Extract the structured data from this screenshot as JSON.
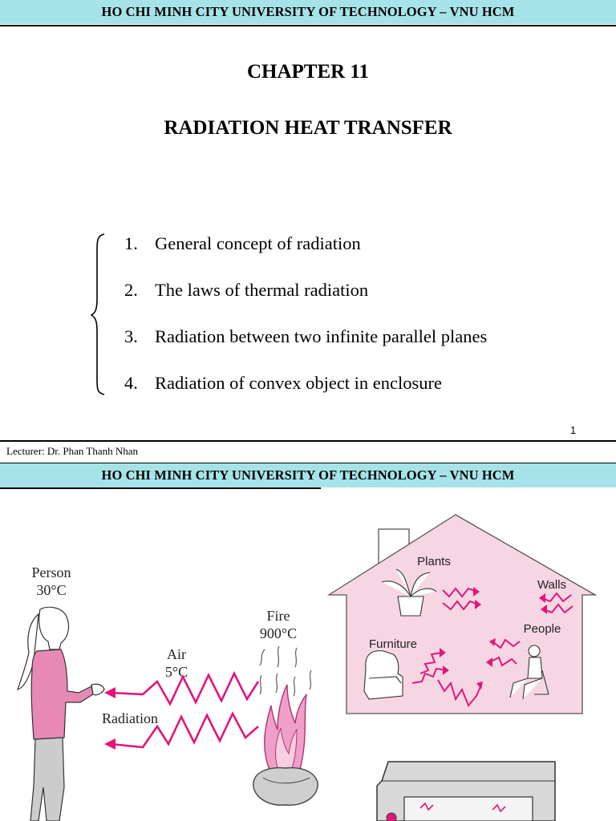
{
  "slide1": {
    "header": "HO CHI MINH CITY UNIVERSITY OF TECHNOLOGY – VNU HCM",
    "chapter": "CHAPTER 11",
    "title": "RADIATION HEAT TRANSFER",
    "toc": [
      {
        "num": "1.",
        "text": "General concept of radiation"
      },
      {
        "num": "2.",
        "text": "The laws of thermal radiation"
      },
      {
        "num": "3.",
        "text": "Radiation between two infinite parallel planes"
      },
      {
        "num": "4.",
        "text": "Radiation of convex object in enclosure"
      }
    ],
    "page_number": "1",
    "lecturer": "Lecturer: Dr. Phan Thanh Nhan"
  },
  "slide2": {
    "header": "HO CHI MINH CITY UNIVERSITY OF TECHNOLOGY – VNU HCM",
    "figure_left": {
      "person_label": "Person",
      "person_temp": "30°C",
      "air_label": "Air",
      "air_temp": "5°C",
      "fire_label": "Fire",
      "fire_temp": "900°C",
      "radiation_label": "Radiation"
    },
    "figure_house": {
      "plants": "Plants",
      "walls": "Walls",
      "furniture": "Furniture",
      "people": "People"
    }
  },
  "colors": {
    "header_band": "#a6e3e8",
    "radiation_arrows": "#e4157a",
    "house_fill": "#f7d6e4",
    "person_shirt": "#e889b5"
  }
}
